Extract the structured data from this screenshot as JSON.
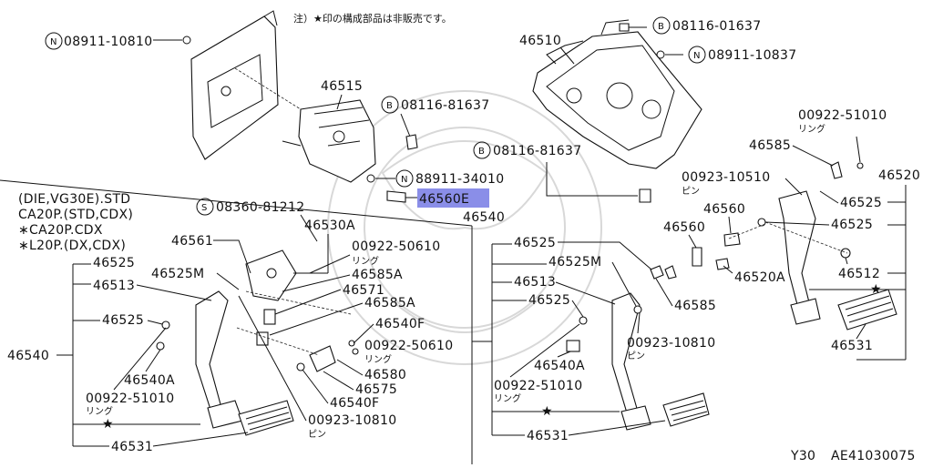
{
  "note": "注）★印の構成部品は非販売です。",
  "models": [
    "(DIE,VG30E).STD",
    "CA20P.(STD,CDX)",
    "∗CA20P.CDX",
    "∗L20P.(DX,CDX)"
  ],
  "labels": {
    "n_08911_10810": "08911-10810",
    "n_08911_10837": "08911-10837",
    "n_88911_34010": "88911-34010",
    "b_08116_01637": "08116-01637",
    "b_08116_81637_a": "08116-81637",
    "b_08116_81637_b": "08116-81637",
    "s_08360_81212": "08360-81212",
    "p46510": "46510",
    "p46515": "46515",
    "p46560E": "46560E",
    "p46540_mid": "46540",
    "p46530A": "46530A",
    "p46561": "46561",
    "p00922_50610_a": "00922-50610",
    "ring_a": "リング",
    "p46525_l1": "46525",
    "p46525M_l": "46525M",
    "p46585A_1": "46585A",
    "p46513_l": "46513",
    "p46571": "46571",
    "p46585A_2": "46585A",
    "p46525_l2": "46525",
    "p46540F_1": "46540F",
    "p00922_50610_b": "00922-50610",
    "ring_b": "リング",
    "p46540_left": "46540",
    "p46580": "46580",
    "p46540A_l": "46540A",
    "p46575": "46575",
    "p00922_51010_l": "00922-51010",
    "ring_c": "リング",
    "p46540F_2": "46540F",
    "p00923_10810_l": "00923-10810",
    "pin_a": "ピン",
    "p46531_l": "46531",
    "p46525_m1": "46525",
    "p46525M_m": "46525M",
    "p46513_m": "46513",
    "p46525_m2": "46525",
    "p46585_m": "46585",
    "p00923_10810_m": "00923-10810",
    "pin_b": "ピン",
    "p46540A_m": "46540A",
    "p00922_51010_m": "00922-51010",
    "ring_d": "リング",
    "p46531_m": "46531",
    "p00922_51010_r": "00922-51010",
    "ring_e": "リング",
    "p46585_r": "46585",
    "p46520": "46520",
    "p00923_10510": "00923-10510",
    "pin_c": "ピン",
    "p46525_r1": "46525",
    "p46560_a": "46560",
    "p46525_r2": "46525",
    "p46560_b": "46560",
    "p46512": "46512",
    "p46520A": "46520A",
    "p46531_r": "46531"
  },
  "symbols": {
    "N": "N",
    "B": "B",
    "S": "S",
    "star": "★"
  },
  "footer": {
    "model": "Y30",
    "code": "AE41030075"
  },
  "colors": {
    "highlight": "#8a8ee8",
    "line": "#111111",
    "watermark": "#d8d8d8"
  }
}
